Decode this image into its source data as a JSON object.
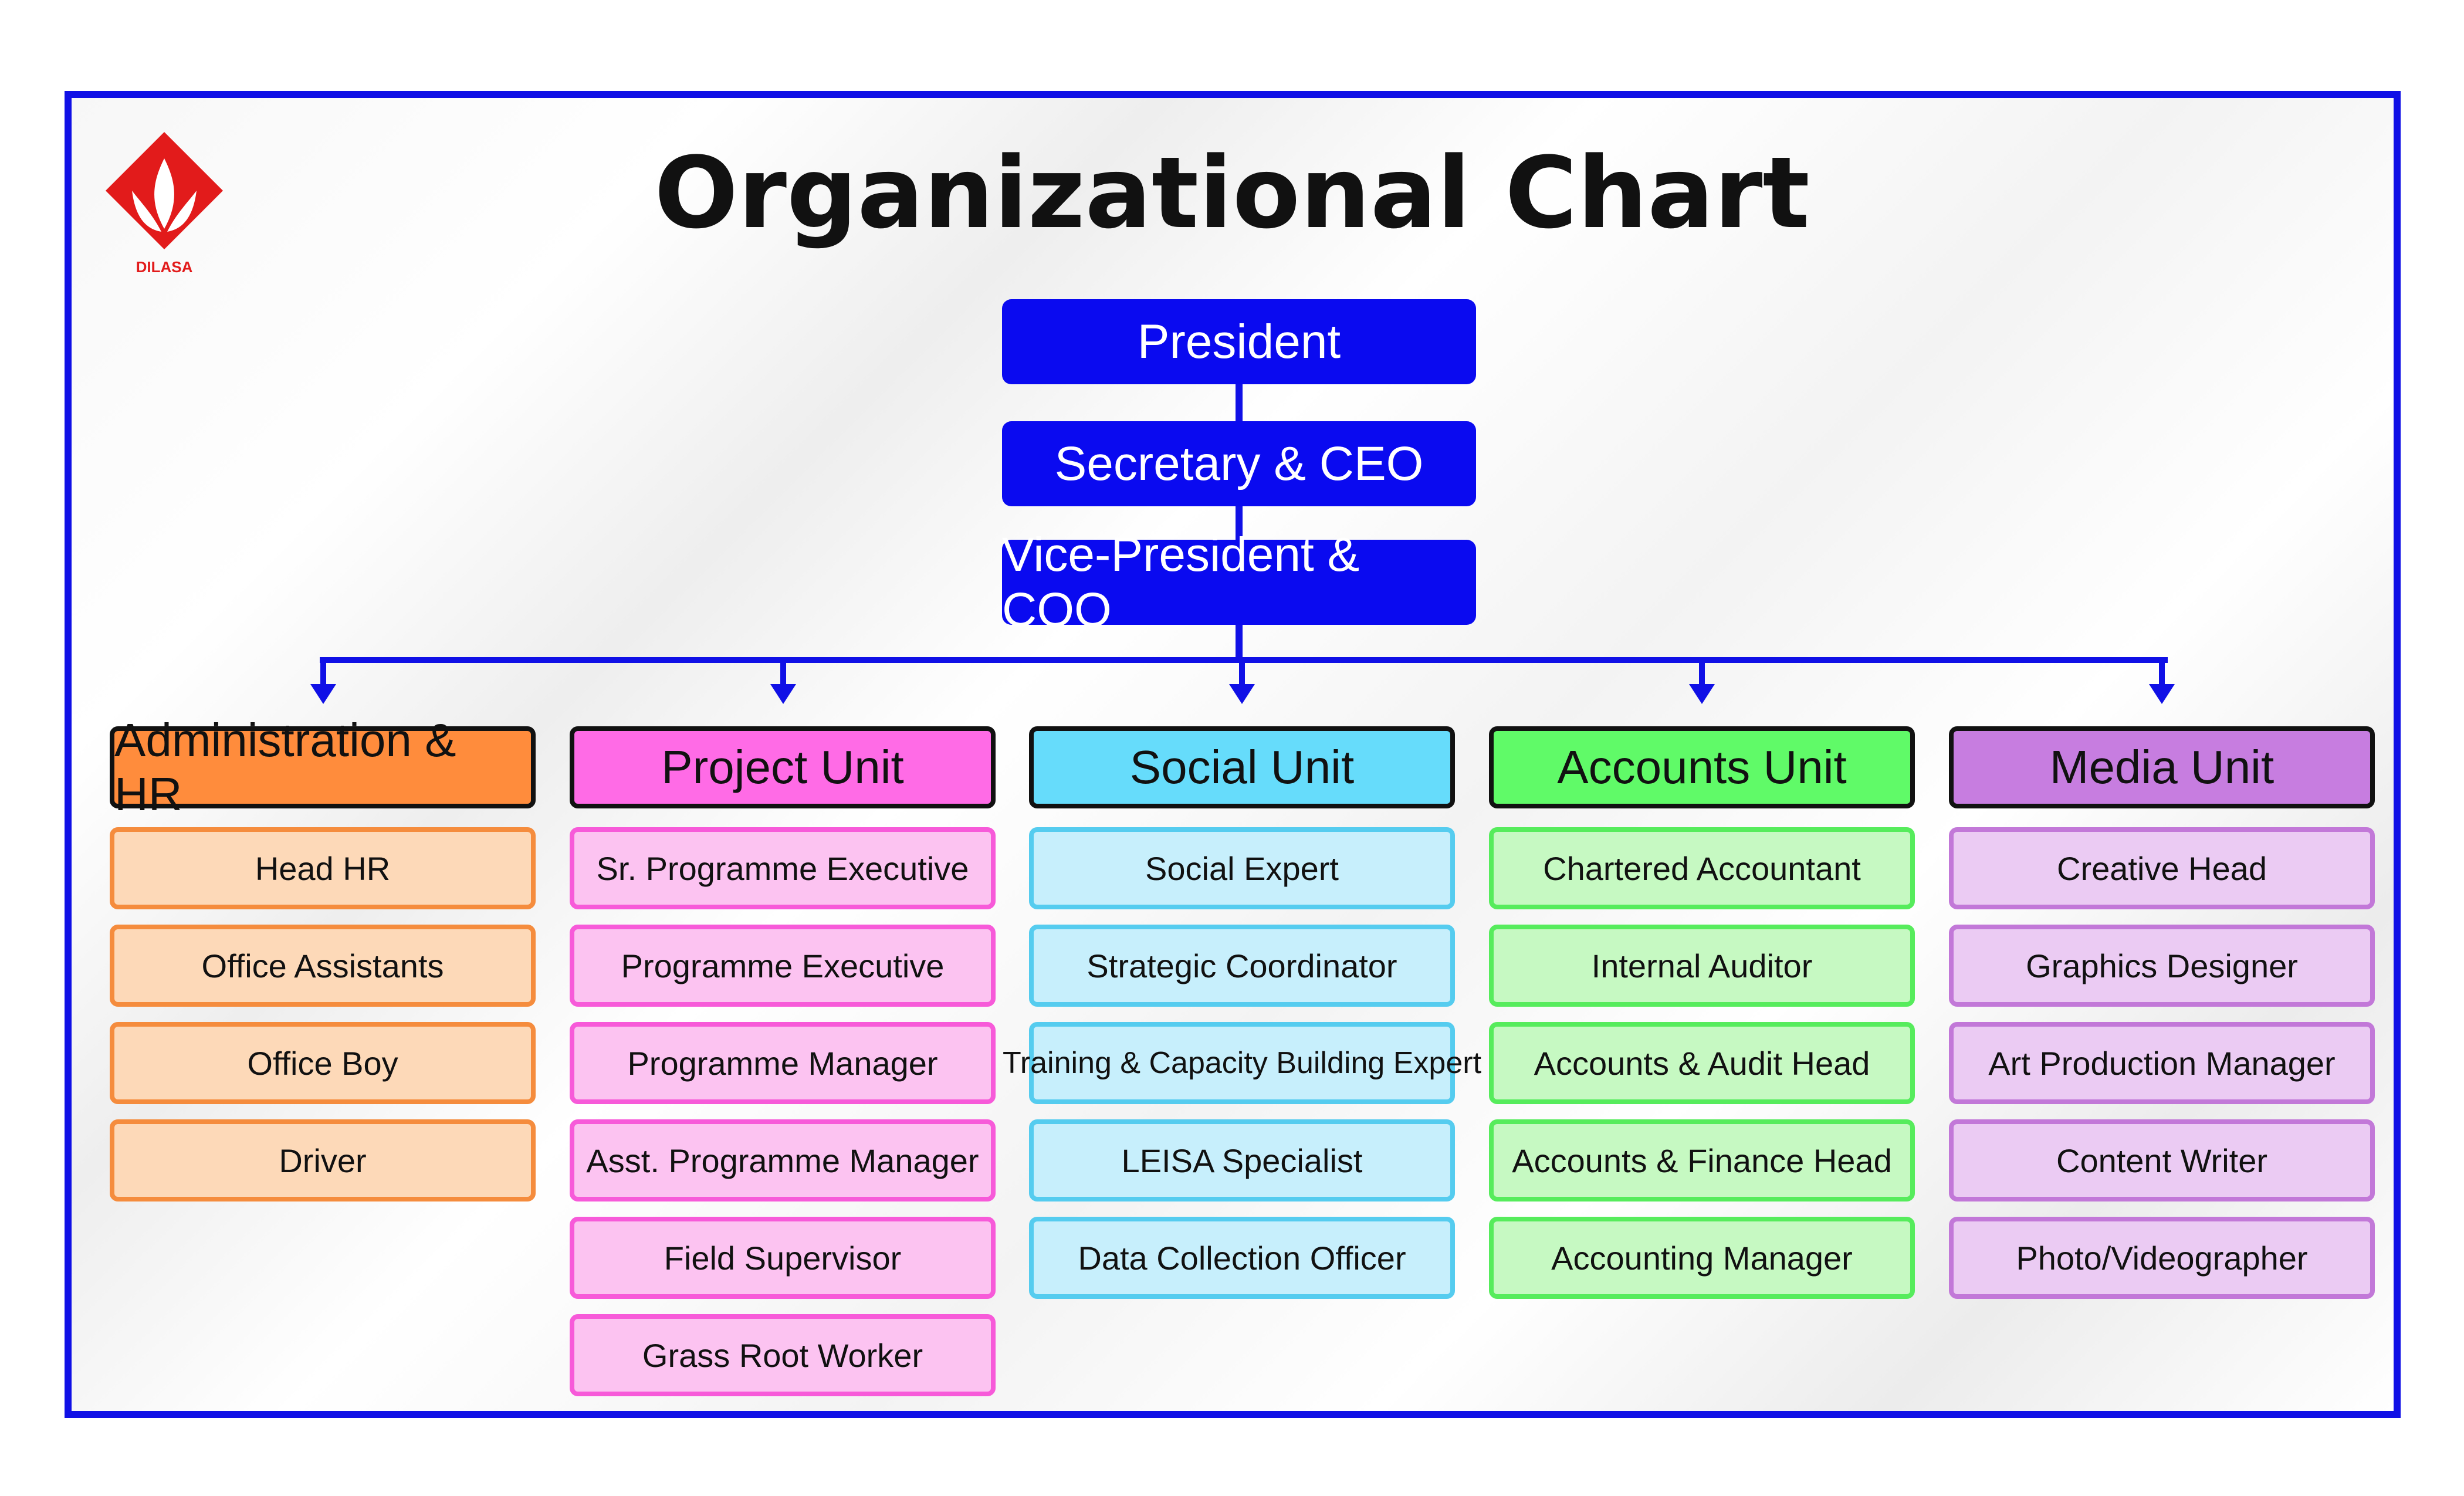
{
  "logo": {
    "text": "DILASA",
    "color": "#e21b1b"
  },
  "title": "Organizational Chart",
  "executives": [
    {
      "label": "President"
    },
    {
      "label": "Secretary & CEO"
    },
    {
      "label": "Vice-President & COO"
    }
  ],
  "colors": {
    "frame": "#1010e6",
    "executive_box": "#0a0af0",
    "admin_head": "#ff8c3c",
    "project_head": "#ff6be6",
    "social_head": "#66dcfb",
    "accounts_head": "#60fa68",
    "media_head": "#c77de0"
  },
  "units": [
    {
      "title": "Administration & HR",
      "items": [
        "Head HR",
        "Office Assistants",
        "Office Boy",
        "Driver"
      ]
    },
    {
      "title": "Project Unit",
      "items": [
        "Sr. Programme Executive",
        "Programme Executive",
        "Programme Manager",
        "Asst. Programme Manager",
        "Field Supervisor",
        "Grass Root Worker"
      ]
    },
    {
      "title": "Social Unit",
      "items": [
        "Social Expert",
        "Strategic Coordinator",
        "Training & Capacity Building Expert",
        "LEISA Specialist",
        "Data Collection Officer"
      ]
    },
    {
      "title": "Accounts Unit",
      "items": [
        "Chartered Accountant",
        "Internal Auditor",
        "Accounts & Audit Head",
        "Accounts & Finance Head",
        "Accounting Manager"
      ]
    },
    {
      "title": "Media Unit",
      "items": [
        "Creative Head",
        "Graphics Designer",
        "Art Production Manager",
        "Content Writer",
        "Photo/Videographer"
      ]
    }
  ]
}
